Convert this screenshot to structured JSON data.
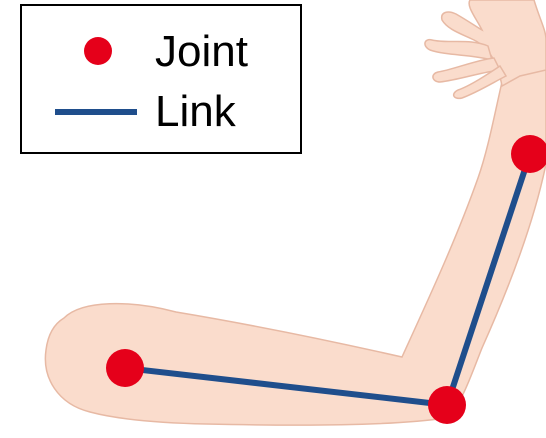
{
  "legend": {
    "items": [
      {
        "marker": "circle",
        "label": "Joint"
      },
      {
        "marker": "line",
        "label": "Link"
      }
    ]
  },
  "diagram": {
    "subject": "arm-illustration",
    "joints": [
      "shoulder",
      "elbow",
      "wrist"
    ],
    "links": [
      {
        "from": "shoulder",
        "to": "elbow"
      },
      {
        "from": "elbow",
        "to": "wrist"
      }
    ]
  },
  "colors": {
    "skin": "#fadccc",
    "skin_outline": "#e7b9a4",
    "joint": "#e5001a",
    "link": "#1f4e8c",
    "legend_border": "#000000",
    "background": "#ffffff"
  }
}
